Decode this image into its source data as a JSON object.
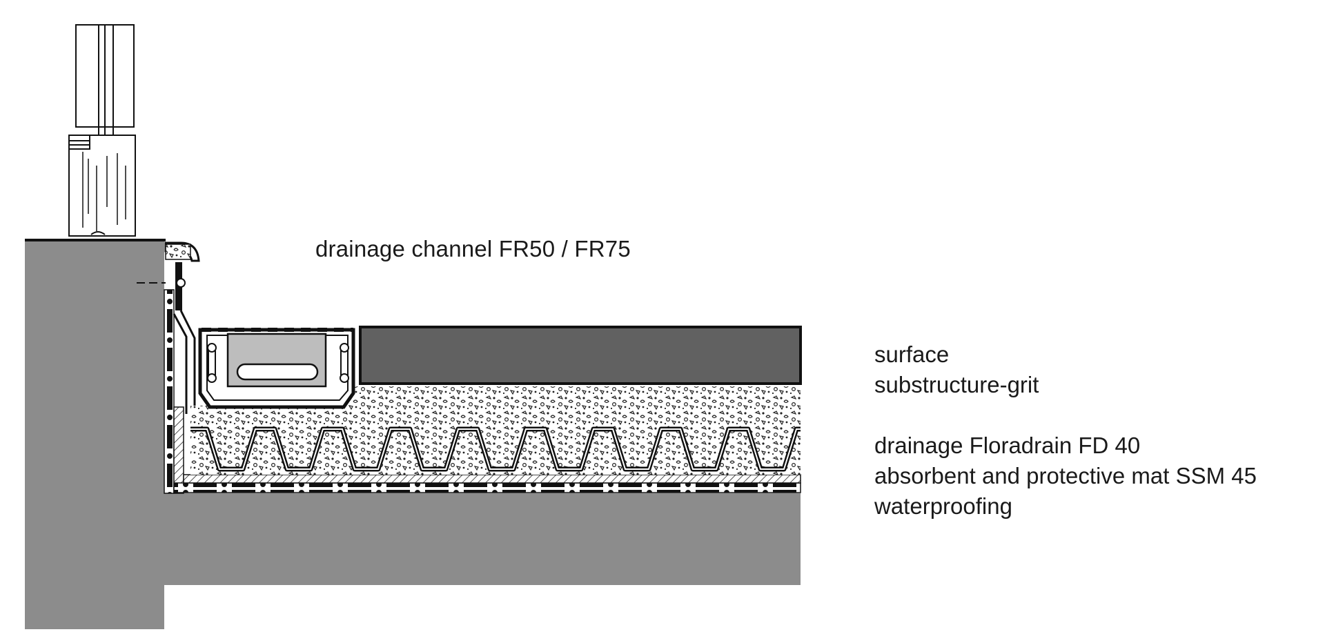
{
  "diagram": {
    "callout": "drainage channel FR50 / FR75",
    "layers": {
      "surface": "surface",
      "substructure": "substructure-grit",
      "drainage": "drainage Floradrain FD 40",
      "mat": "absorbent and protective mat SSM 45",
      "waterproofing": "waterproofing"
    }
  },
  "colors": {
    "concrete": "#8c8c8c",
    "paving": "#616161",
    "channel_box": "#bdbdbd",
    "line": "#111111",
    "grit_fill": "#ffffff"
  }
}
